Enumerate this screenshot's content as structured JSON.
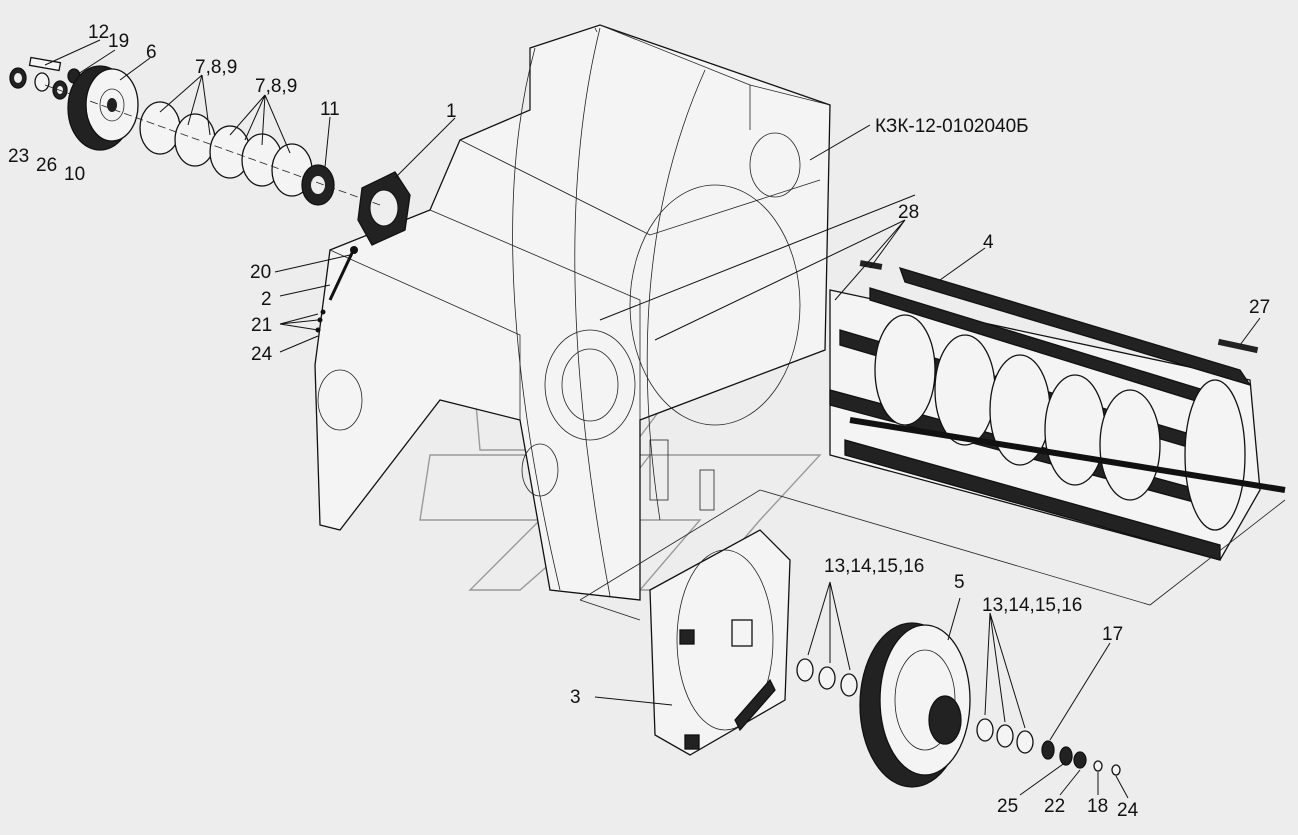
{
  "labels": {
    "l1": "1",
    "l2": "2",
    "l3": "3",
    "l4": "4",
    "l5": "5",
    "l6": "6",
    "l789a": "7,8,9",
    "l789b": "7,8,9",
    "l10": "10",
    "l11": "11",
    "l12": "12",
    "l13a": "13,14,15,16",
    "l13b": "13,14,15,16",
    "l17": "17",
    "l18": "18",
    "l19": "19",
    "l20": "20",
    "l21": "21",
    "l22": "22",
    "l23": "23",
    "l24a": "24",
    "l24b": "24",
    "l25": "25",
    "l26": "26",
    "l27": "27",
    "l28": "28",
    "assembly": "КЗК-12-0102040Б"
  }
}
